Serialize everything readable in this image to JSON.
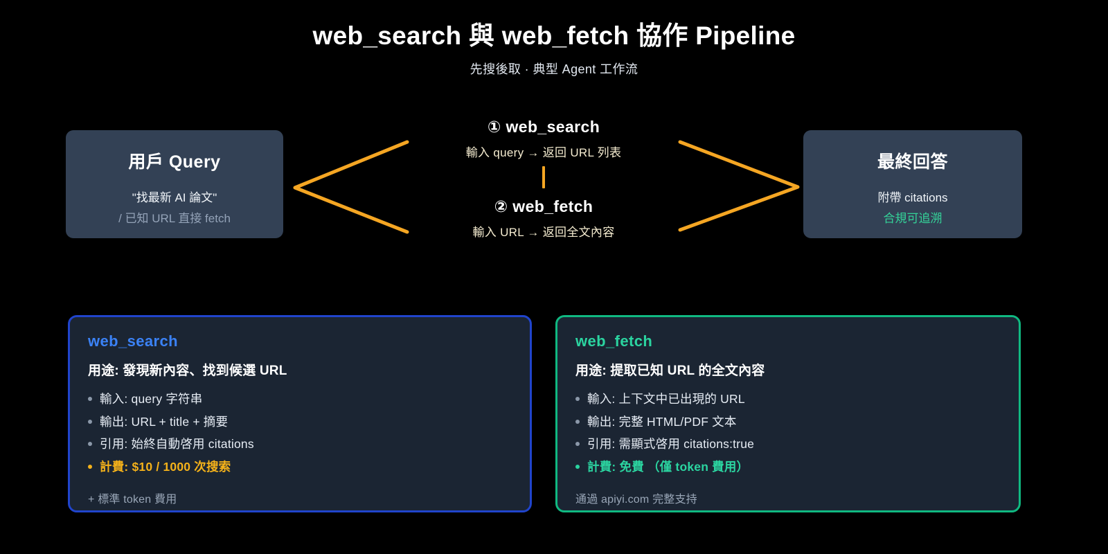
{
  "header": {
    "title": "web_search 與 web_fetch 協作 Pipeline",
    "subtitle": "先搜後取 · 典型 Agent 工作流"
  },
  "flow": {
    "input_card": {
      "title": "用戶 Query",
      "line1": "\"找最新 AI 論文\"",
      "line2": "/ 已知 URL 直接 fetch"
    },
    "output_card": {
      "title": "最終回答",
      "line1": "附帶 citations",
      "line2": "合規可追溯"
    },
    "steps": [
      {
        "title": "① web_search",
        "sub": "輸入 query → 返回 URL 列表"
      },
      {
        "title": "② web_fetch",
        "sub": "輸入 URL → 返回全文內容"
      }
    ],
    "connector_color": "#f5a623"
  },
  "panels": [
    {
      "name": "web_search",
      "title": "web_search",
      "accent": "#3b82f6",
      "border": "#2044cc",
      "purpose": "用途: 發現新內容、找到候選 URL",
      "bullets": [
        {
          "text": "輸入: query 字符串",
          "accent": false
        },
        {
          "text": "輸出: URL + title + 摘要",
          "accent": false
        },
        {
          "text": "引用: 始終自動啓用 citations",
          "accent": false
        },
        {
          "text": "計費: $10 / 1000 次搜索",
          "accent": true
        }
      ],
      "footer": "+ 標準 token 費用"
    },
    {
      "name": "web_fetch",
      "title": "web_fetch",
      "accent": "#2bd4a0",
      "border": "#10b981",
      "purpose": "用途: 提取已知 URL 的全文內容",
      "bullets": [
        {
          "text": "輸入: 上下文中已出現的 URL",
          "accent": false
        },
        {
          "text": "輸出: 完整 HTML/PDF 文本",
          "accent": false
        },
        {
          "text": "引用: 需顯式啓用 citations:true",
          "accent": false
        },
        {
          "text": "計費: 免費 （僅 token 費用）",
          "accent": true
        }
      ],
      "footer": "通過 apiyi.com 完整支持"
    }
  ]
}
